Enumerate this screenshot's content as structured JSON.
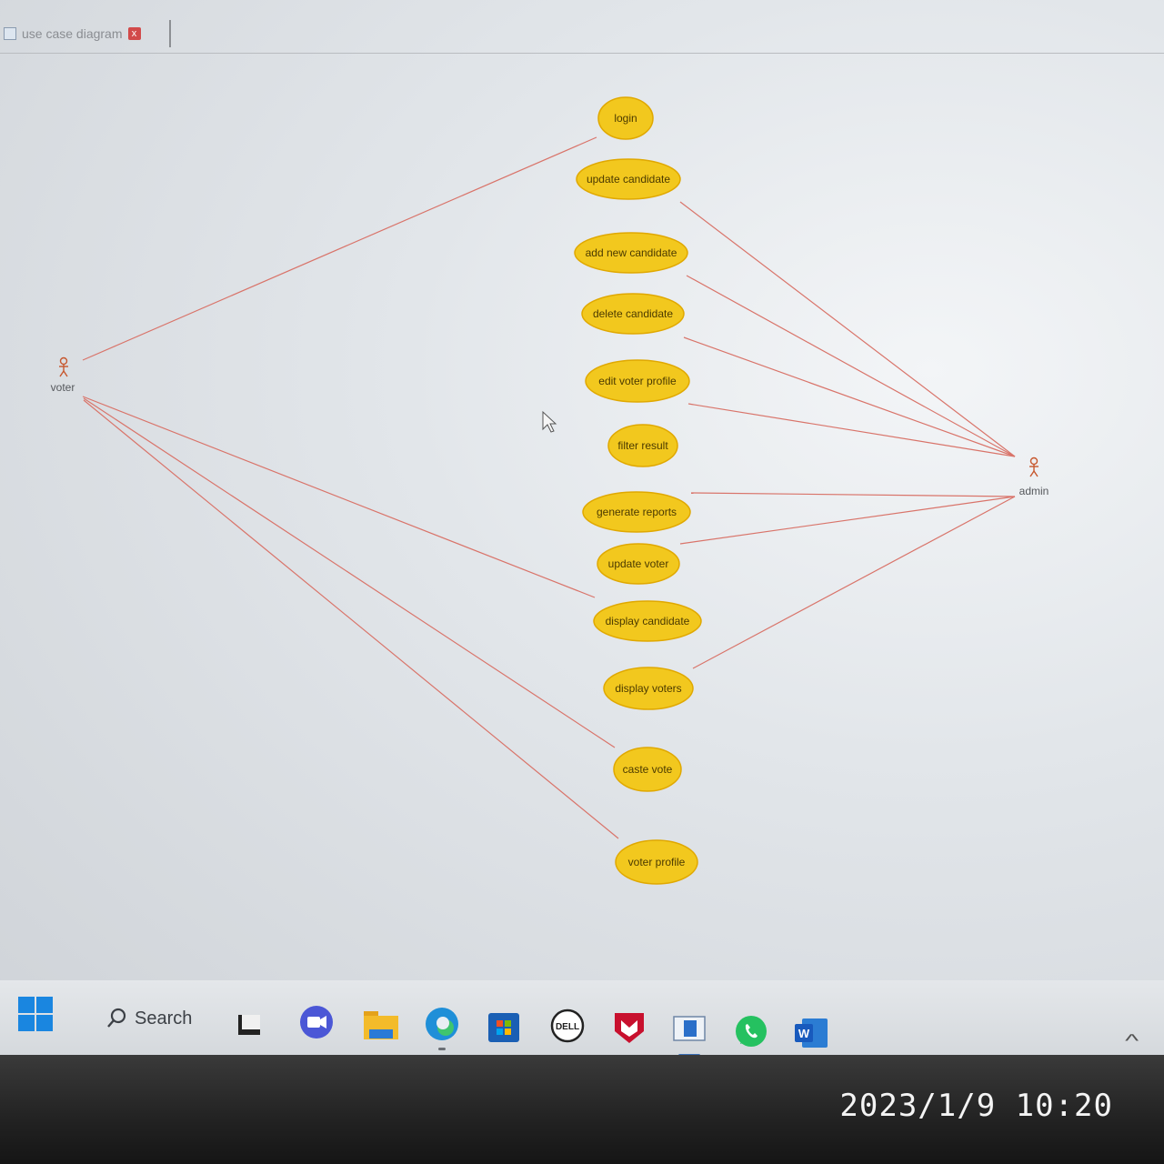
{
  "window": {
    "tab_title": "use case diagram",
    "tab_close": "x"
  },
  "diagram": {
    "actors": [
      {
        "id": "voter",
        "label": "voter"
      },
      {
        "id": "admin",
        "label": "admin"
      }
    ],
    "use_cases": [
      {
        "id": "login",
        "label": "login"
      },
      {
        "id": "update-candidate",
        "label": "update candidate"
      },
      {
        "id": "add-new-candidate",
        "label": "add new candidate"
      },
      {
        "id": "delete-candidate",
        "label": "delete candidate"
      },
      {
        "id": "edit-voter-profile",
        "label": "edit voter profile"
      },
      {
        "id": "filter-result",
        "label": "filter result"
      },
      {
        "id": "generate-reports",
        "label": "generate reports"
      },
      {
        "id": "update-voter",
        "label": "update voter"
      },
      {
        "id": "display-candidate",
        "label": "display candidate"
      },
      {
        "id": "display-voters",
        "label": "display voters"
      },
      {
        "id": "caste-vote",
        "label": "caste vote"
      },
      {
        "id": "voter-profile",
        "label": "voter profile"
      }
    ],
    "associations": [
      [
        "voter",
        "login"
      ],
      [
        "voter",
        "display-candidate"
      ],
      [
        "voter",
        "caste-vote"
      ],
      [
        "voter",
        "voter-profile"
      ],
      [
        "admin",
        "update-candidate"
      ],
      [
        "admin",
        "add-new-candidate"
      ],
      [
        "admin",
        "delete-candidate"
      ],
      [
        "admin",
        "edit-voter-profile"
      ],
      [
        "admin",
        "generate-reports"
      ],
      [
        "admin",
        "update-voter"
      ],
      [
        "admin",
        "display-voters"
      ]
    ],
    "colors": {
      "use_case_fill": "#f2c81e",
      "line": "#d9746a",
      "actor": "#c7582e"
    }
  },
  "taskbar": {
    "search_label": "Search",
    "apps": [
      {
        "name": "task-view-icon"
      },
      {
        "name": "teams-chat-icon"
      },
      {
        "name": "file-explorer-icon"
      },
      {
        "name": "edge-browser-icon"
      },
      {
        "name": "microsoft-store-icon"
      },
      {
        "name": "dell-icon",
        "label": "DELL"
      },
      {
        "name": "mcafee-icon"
      },
      {
        "name": "diagram-app-icon"
      },
      {
        "name": "whatsapp-icon"
      },
      {
        "name": "word-icon",
        "label": "W"
      }
    ],
    "tray_chevron": "^"
  },
  "photo_timestamp": "2023/1/9 10:20"
}
